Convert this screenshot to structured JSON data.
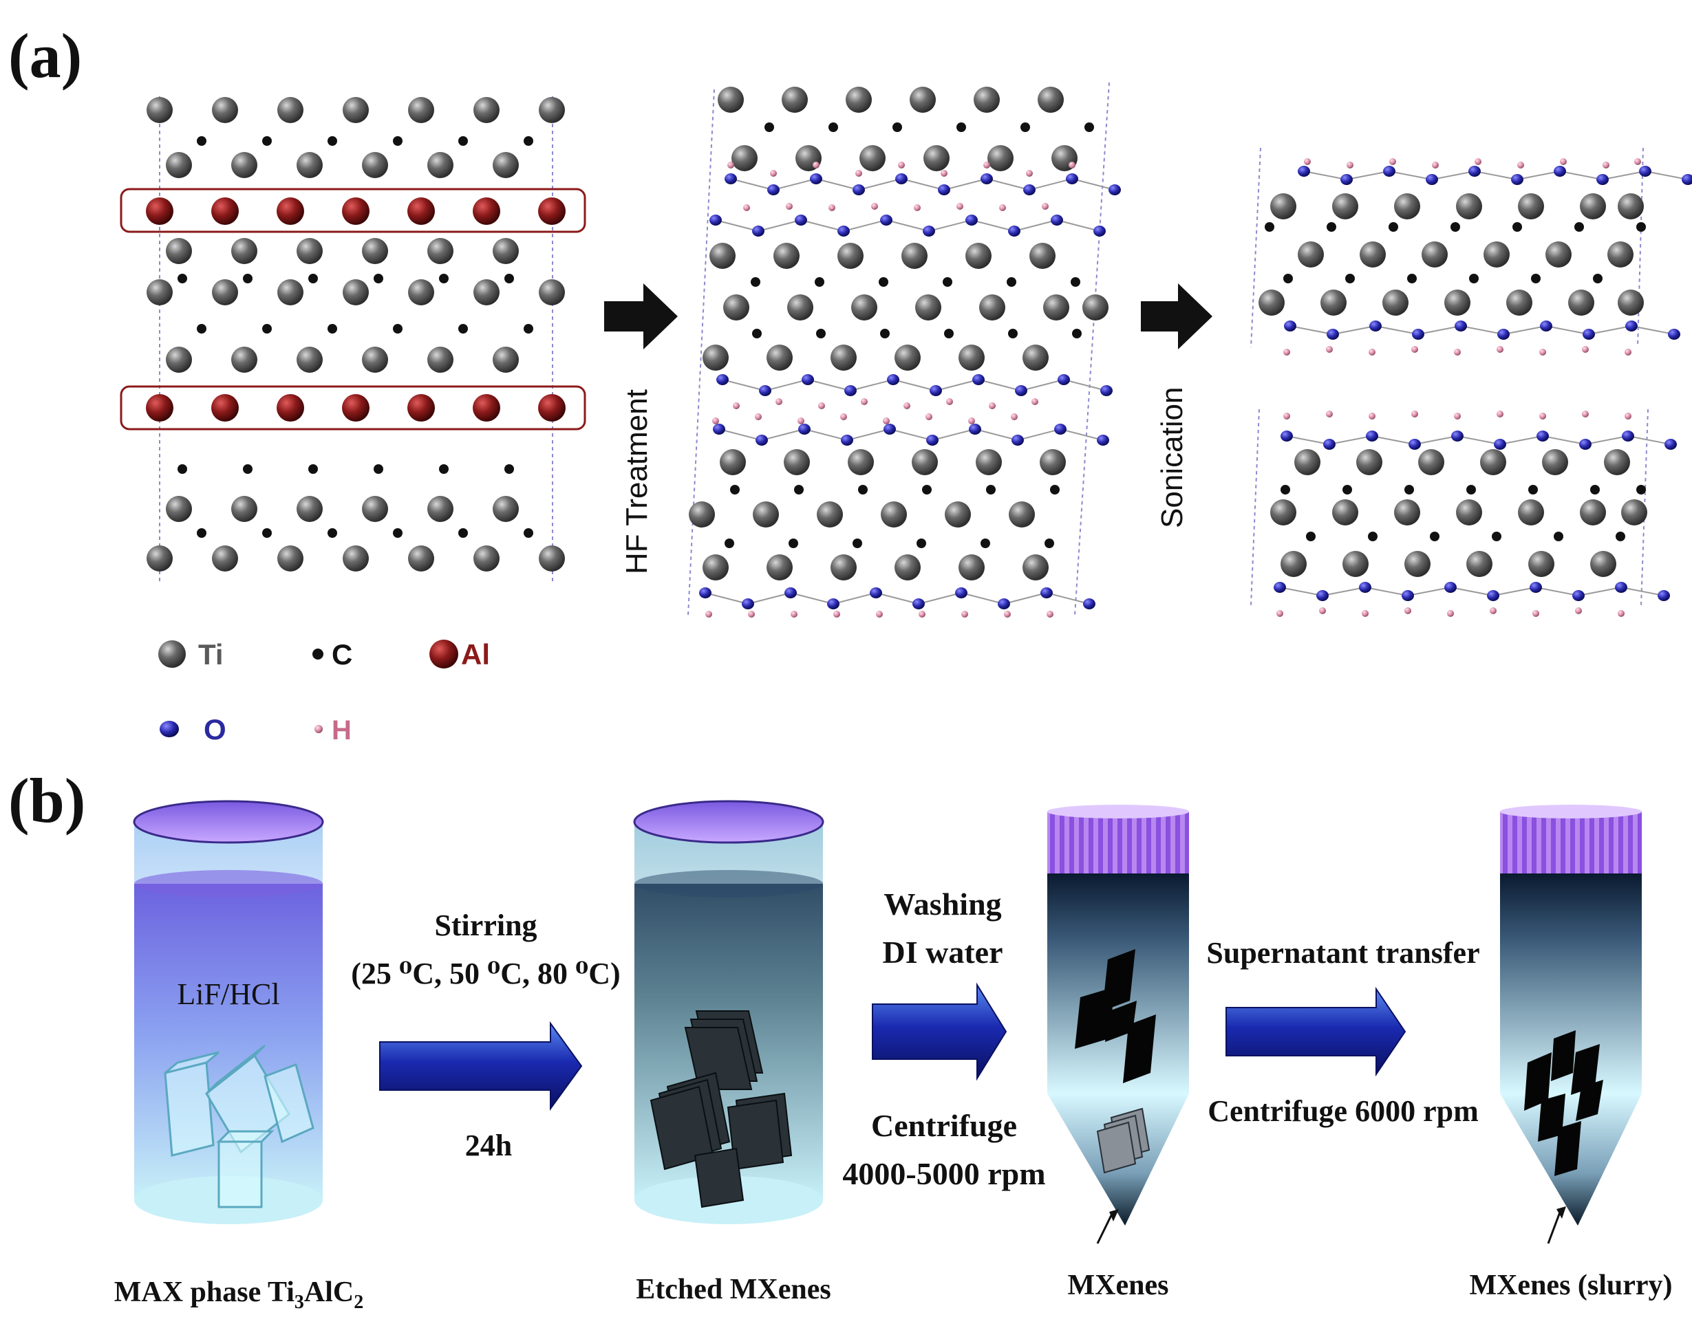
{
  "panel_a": {
    "label": "(a)",
    "step1": "HF Treatment",
    "step2": "Sonication",
    "legend": [
      {
        "symbol": "Ti",
        "text": "Ti",
        "color": "#5a5a5a"
      },
      {
        "symbol": "C",
        "text": "C",
        "color": "#111111"
      },
      {
        "symbol": "Al",
        "text": "Al",
        "color": "#8b1a1a"
      },
      {
        "symbol": "O",
        "text": "O",
        "color": "#2a2aa0"
      },
      {
        "symbol": "H",
        "text": "H",
        "color": "#c76a8a"
      }
    ]
  },
  "panel_b": {
    "label": "(b)",
    "stir_title": "Stirring",
    "stir_temps": "(25 ⁰C, 50 ⁰C, 80 ⁰C)",
    "stir_time": "24h",
    "wash_line1": "Washing",
    "wash_line2": "DI water",
    "cent1_line1": "Centrifuge",
    "cent1_line2": "4000-5000 rpm",
    "supernatant": "Supernatant transfer",
    "cent2": "Centrifuge 6000 rpm",
    "solution": "LiF/HCl",
    "cap1_pre": "MAX phase Ti",
    "cap1_s1": "3",
    "cap1_mid": "AlC",
    "cap1_s2": "2",
    "cap2": "Etched MXenes",
    "cap3": "MXenes",
    "cap4": "MXenes (slurry)"
  },
  "colors": {
    "ti": "#5a5a5a",
    "al": "#8b1a1a",
    "o": "#2a2aa0",
    "h": "#d98aa6",
    "arrow_blue": "#1a2aa0",
    "jar_purple": "#6a50d8"
  }
}
